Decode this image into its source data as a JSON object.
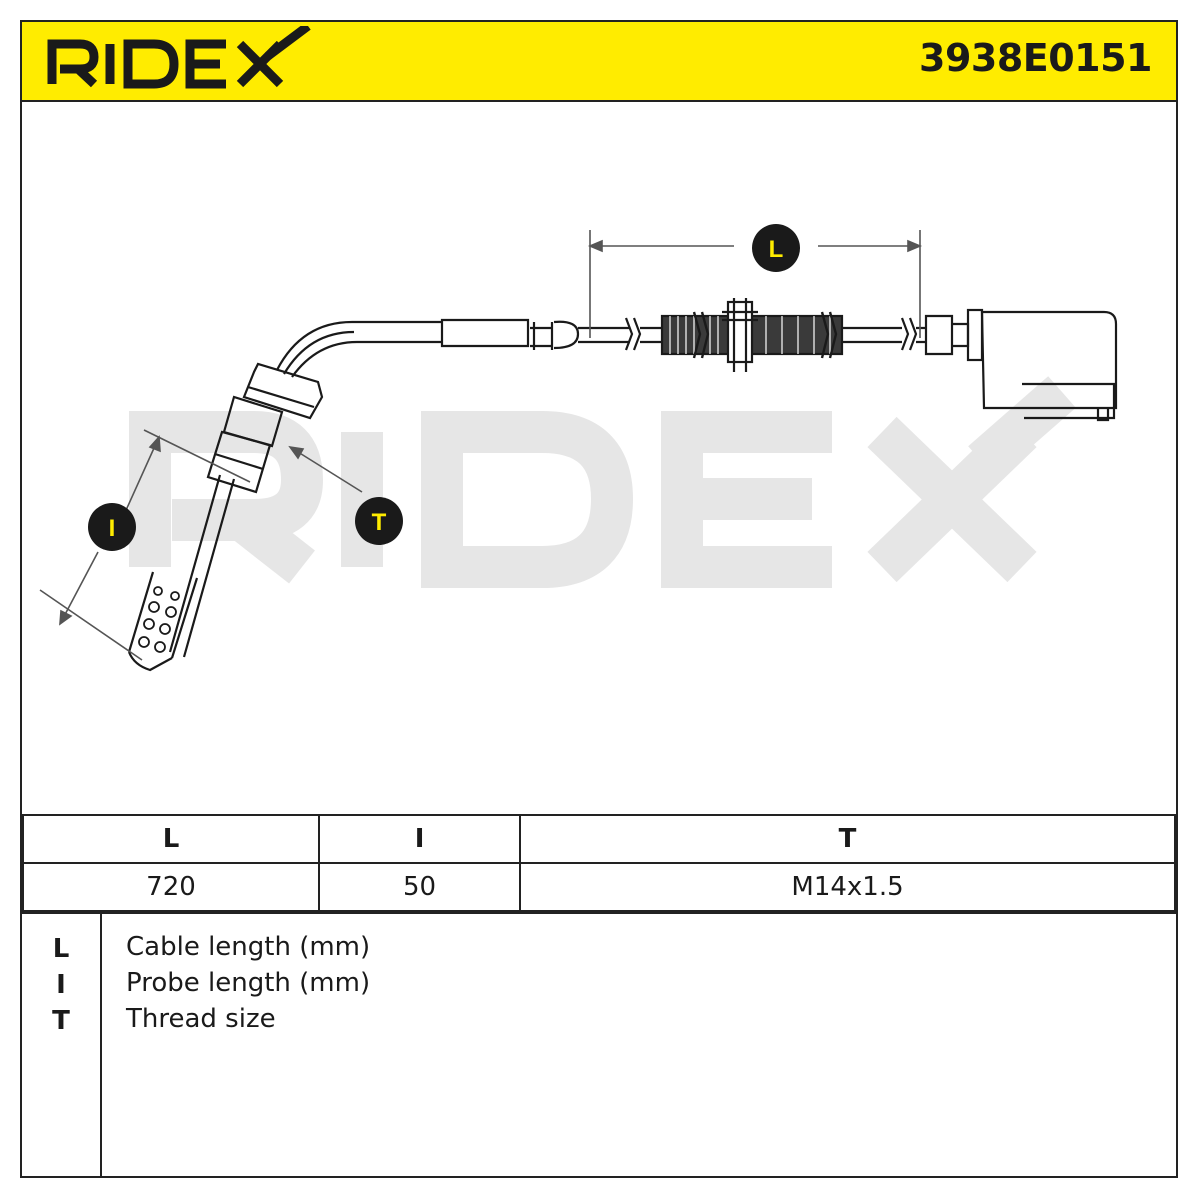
{
  "brand": "RIDEX",
  "part_number": "3938E0151",
  "colors": {
    "accent": "#ffec00",
    "line": "#222222",
    "watermark": "#e6e6e6"
  },
  "dimension_markers": [
    "L",
    "I",
    "T"
  ],
  "spec_table": {
    "headers": [
      "L",
      "I",
      "T"
    ],
    "values": [
      "720",
      "50",
      "M14x1.5"
    ]
  },
  "legend": [
    {
      "key": "L",
      "desc": "Cable length (mm)"
    },
    {
      "key": "I",
      "desc": "Probe length (mm)"
    },
    {
      "key": "T",
      "desc": "Thread size"
    }
  ]
}
